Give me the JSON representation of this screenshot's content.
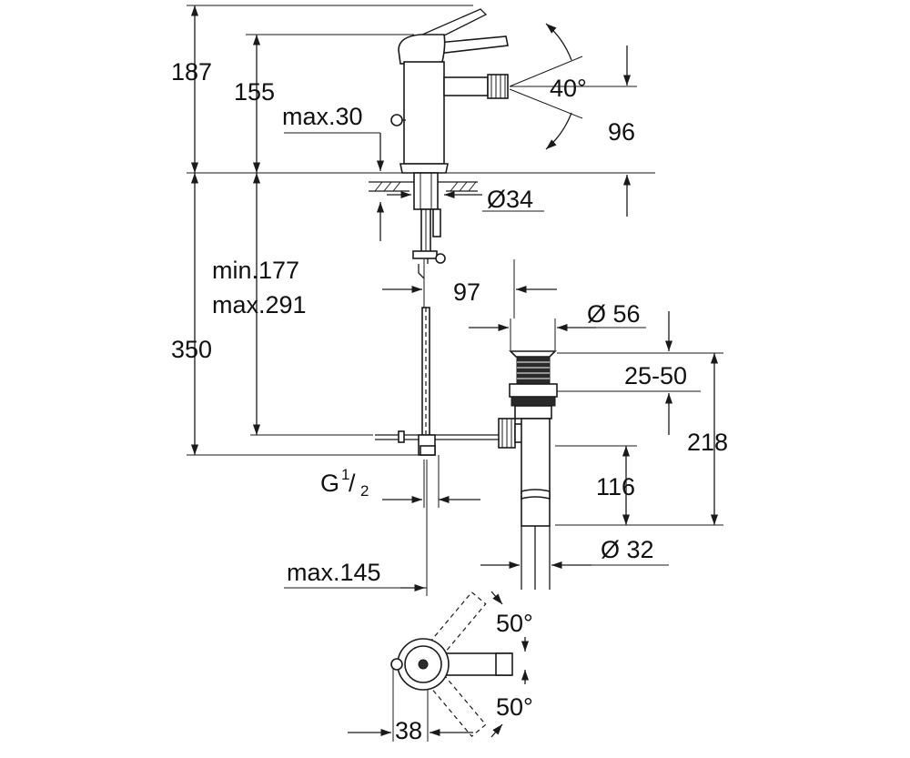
{
  "dimensions": {
    "overall_height": "187",
    "spout_height": "155",
    "max_deck": "max.30",
    "angle_top": "40°",
    "outlet_height": "96",
    "hole_dia": "Ø34",
    "hose_min": "min.177",
    "hose_max": "max.291",
    "total_350": "350",
    "projection": "97",
    "waste_dia": "Ø 56",
    "adjust": "25-50",
    "waste_218": "218",
    "waste_116": "116",
    "connection_g": "G",
    "connection_fraction_num": "1",
    "connection_fraction_den": "2",
    "max_145": "max.145",
    "pipe_dia": "Ø 32",
    "swivel_top": "50°",
    "swivel_bottom": "50°",
    "base_38": "38"
  }
}
